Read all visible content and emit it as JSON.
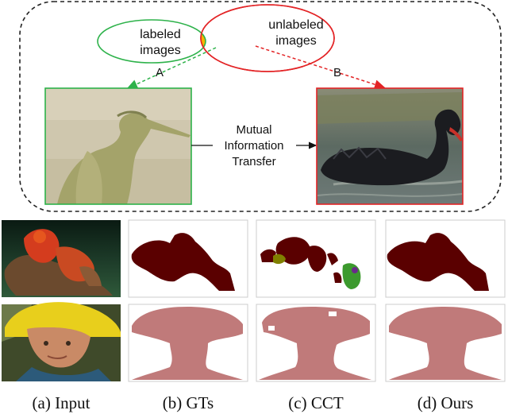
{
  "venn": {
    "labeled_line1": "labeled",
    "labeled_line2": "images",
    "unlabeled_line1": "unlabeled",
    "unlabeled_line2": "images",
    "labeled_color": "#2db24a",
    "unlabeled_color": "#e32426",
    "overlap_color": "#f5b400"
  },
  "arrows": {
    "a_label": "A",
    "b_label": "B"
  },
  "transfer": {
    "line1": "Mutual",
    "line2": "Information",
    "line3": "Transfer"
  },
  "columns": {
    "input": "(a) Input",
    "gts": "(b) GTs",
    "cct": "(c) CCT",
    "ours": "(d) Ours"
  },
  "colors": {
    "teddy_mask": "#5a0000",
    "person_mask": "#c07a7a",
    "cct_olive": "#808000",
    "cct_green": "#3c9a2e",
    "cct_purple": "#6a2a8a"
  }
}
